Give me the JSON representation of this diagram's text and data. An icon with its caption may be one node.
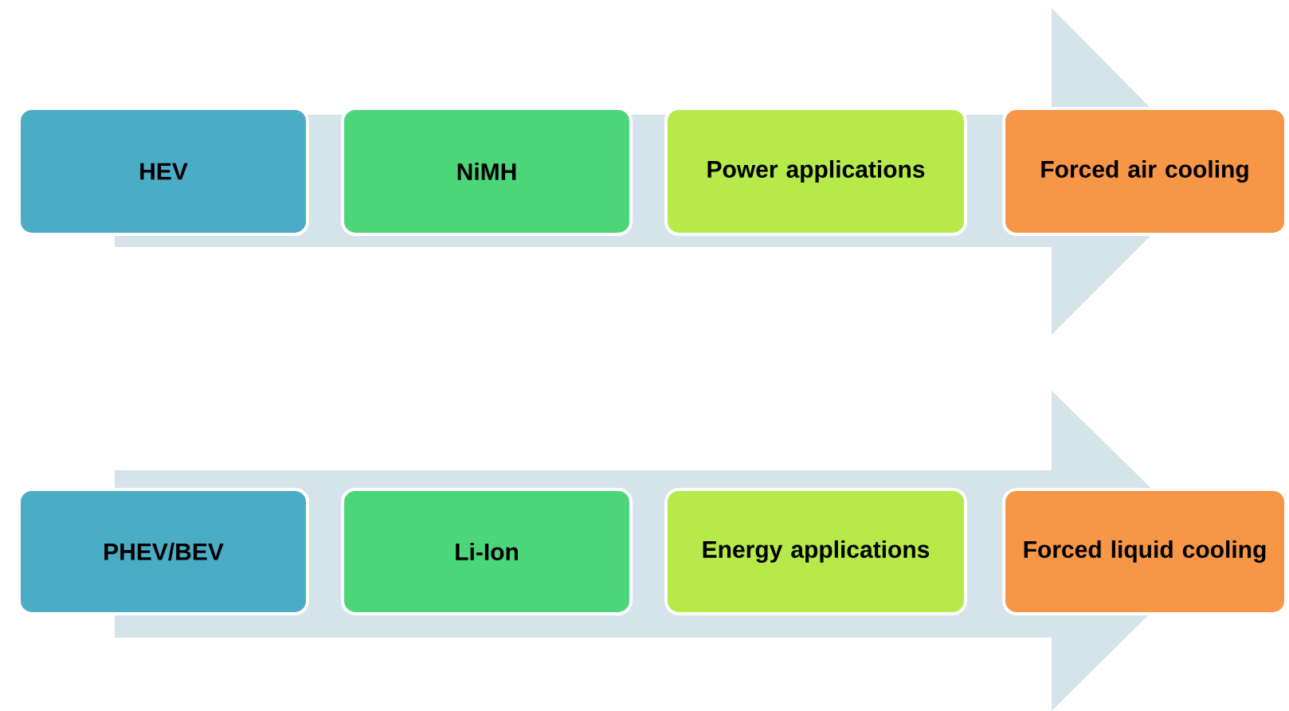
{
  "diagram": {
    "nodes": [
      {
        "text": [
          "HEV"
        ]
      },
      {
        "text": [
          "NiMH"
        ]
      },
      {
        "text": [
          "Power applications"
        ]
      },
      {
        "text": [
          "Forced air cooling"
        ]
      },
      {
        "text": [
          "PHEV/BEV"
        ]
      },
      {
        "text": [
          "Li-Ion"
        ]
      },
      {
        "text": [
          "Energy applications"
        ]
      },
      {
        "text": [
          "Forced liquid cooling"
        ]
      }
    ]
  }
}
